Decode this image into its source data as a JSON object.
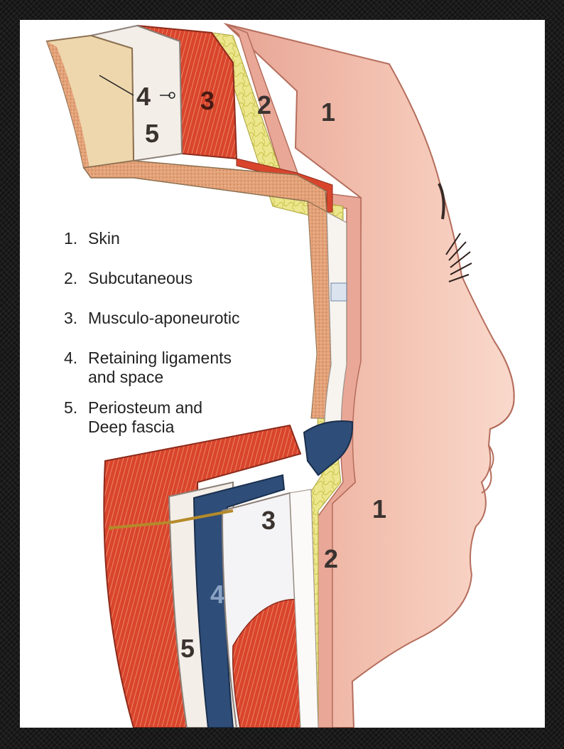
{
  "legend": [
    {
      "num": "1.",
      "text": "Skin",
      "text2": ""
    },
    {
      "num": "2.",
      "text": "Subcutaneous",
      "text2": ""
    },
    {
      "num": "3.",
      "text": "Musculo-aponeurotic",
      "text2": ""
    },
    {
      "num": "4.",
      "text": "Retaining ligaments",
      "text2": "and space"
    },
    {
      "num": "5.",
      "text": "Periosteum and",
      "text2": "Deep fascia"
    }
  ],
  "labels": {
    "top": {
      "l1": "1",
      "l2": "2",
      "l3": "3",
      "l4": "4",
      "l5": "5"
    },
    "bottom": {
      "l1": "1",
      "l2": "2",
      "l3": "3",
      "l4": "4",
      "l5": "5"
    }
  },
  "colors": {
    "skin": "#f2b9aa",
    "subcutaneous": "#e9e489",
    "muscle": "#d9452c",
    "ligament_space": "#2e4d78",
    "fascia": "#f1ece6",
    "bone": "#eed7ad"
  }
}
